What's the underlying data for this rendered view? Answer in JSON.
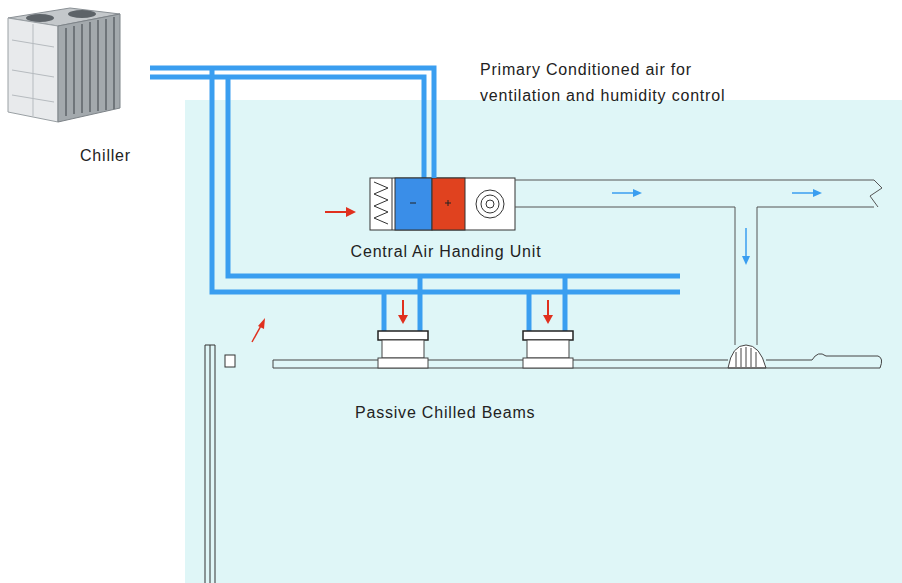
{
  "diagram": {
    "nodes": [
      {
        "text": [
          "Chiller"
        ]
      },
      {
        "text": [
          "Central Air Handing Unit"
        ]
      }
    ],
    "edges": [
      {
        "from": 0,
        "to": 1,
        "arrow": "none"
      }
    ],
    "labels": [
      "Primary Conditioned air for ventilation and humidity control",
      "Passive Chilled Beams"
    ]
  }
}
